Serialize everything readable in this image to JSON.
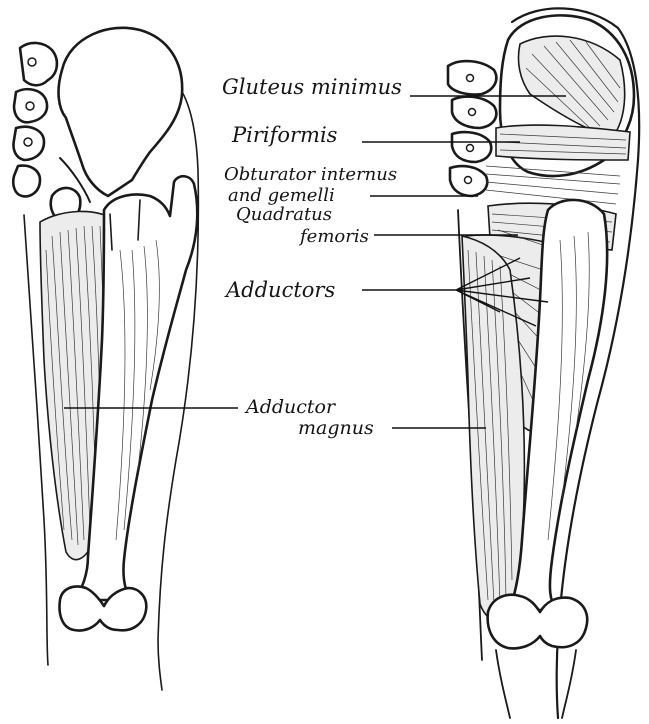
{
  "labels": {
    "gluteus_minimus": "Gluteus minimus",
    "piriformis": "Piriformis",
    "obturator_line1": "Obturator internus",
    "obturator_line2": "and gemelli",
    "quadratus_line1": "Quadratus",
    "quadratus_line2": "femoris",
    "adductors": "Adductors",
    "adductor_magnus_line1": "Adductor",
    "adductor_magnus_line2": "magnus"
  },
  "colors": {
    "ink": "#1a1a1a",
    "background": "#ffffff"
  }
}
